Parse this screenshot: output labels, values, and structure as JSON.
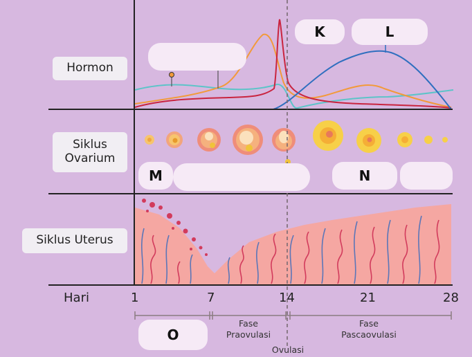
{
  "rows": {
    "hormon": "Hormon",
    "ovarium": "Siklus\nOvarium",
    "uterus": "Siklus Uterus"
  },
  "axis": {
    "label": "Hari",
    "ticks": [
      "1",
      "7",
      "14",
      "21",
      "28"
    ]
  },
  "markers": {
    "K": "K",
    "L": "L",
    "M": "M",
    "N": "N",
    "O": "O"
  },
  "phases": {
    "praovulasi": "Fase\nPraovulasi",
    "pascaovulasi": "Fase\nPascaovulasi",
    "ovulasi": "Ovulasi"
  },
  "colors": {
    "background": "#d7b8e0",
    "lh": "#c9243f",
    "fsh": "#5cc4c8",
    "estrogen": "#f29a3a",
    "progesteron": "#2f6fbf",
    "endometrium": "#f5a7a2",
    "vessel_blue": "#5b76b8",
    "vessel_red": "#d23b5c"
  }
}
